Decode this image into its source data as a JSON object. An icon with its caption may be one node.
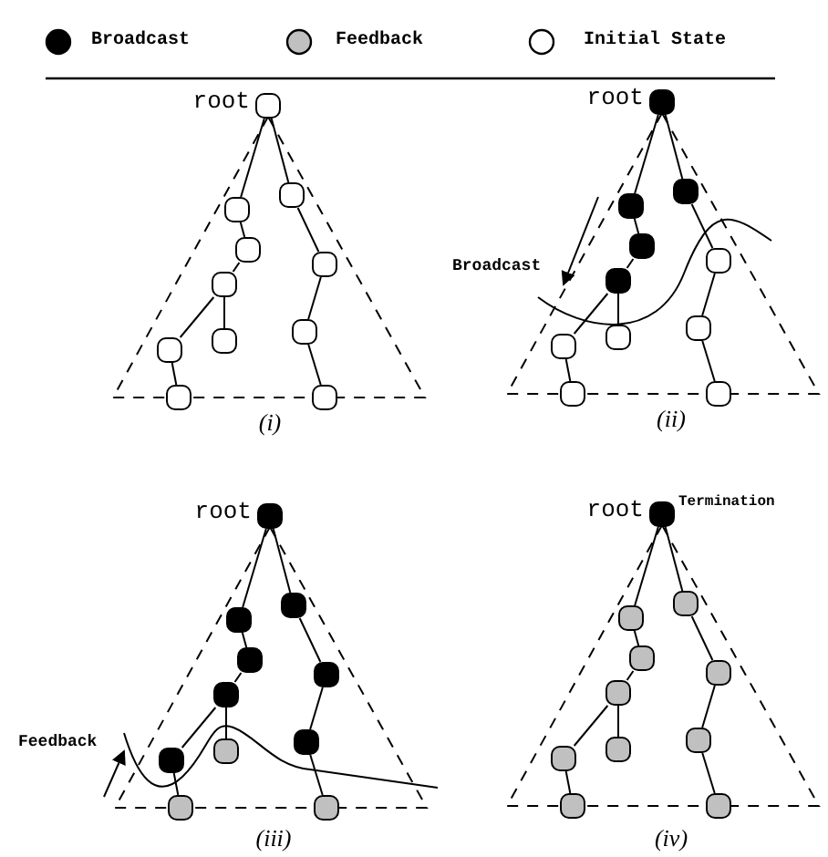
{
  "diagram": {
    "nodes": [
      {
        "text": [],
        "shape": "box",
        "beside": [
          "root"
        ]
      },
      {
        "text": [],
        "shape": "box"
      },
      {
        "text": [],
        "shape": "box"
      },
      {
        "text": [],
        "shape": "box"
      },
      {
        "text": [],
        "shape": "box"
      },
      {
        "text": [],
        "shape": "box"
      },
      {
        "text": [],
        "shape": "box"
      },
      {
        "text": [],
        "shape": "box"
      },
      {
        "text": [],
        "shape": "box"
      },
      {
        "text": [],
        "shape": "box"
      },
      {
        "text": [],
        "shape": "box"
      },
      {
        "text": [],
        "shape": "box",
        "beside": [
          "root"
        ]
      },
      {
        "text": [],
        "shape": "box"
      },
      {
        "text": [],
        "shape": "box"
      },
      {
        "text": [],
        "shape": "box"
      },
      {
        "text": [],
        "shape": "box"
      },
      {
        "text": [],
        "shape": "box"
      },
      {
        "text": [],
        "shape": "box"
      },
      {
        "text": [],
        "shape": "box"
      },
      {
        "text": [],
        "shape": "box"
      },
      {
        "text": [],
        "shape": "box"
      },
      {
        "text": [],
        "shape": "box"
      },
      {
        "text": [],
        "shape": "box",
        "beside": [
          "root"
        ]
      },
      {
        "text": [],
        "shape": "box"
      },
      {
        "text": [],
        "shape": "box"
      },
      {
        "text": [],
        "shape": "box"
      },
      {
        "text": [],
        "shape": "box"
      },
      {
        "text": [],
        "shape": "box"
      },
      {
        "text": [],
        "shape": "box"
      },
      {
        "text": [],
        "shape": "box"
      },
      {
        "text": [],
        "shape": "box"
      },
      {
        "text": [],
        "shape": "box"
      },
      {
        "text": [],
        "shape": "box"
      },
      {
        "text": [],
        "shape": "box",
        "beside": [
          "root",
          "Termination"
        ]
      },
      {
        "text": [],
        "shape": "box"
      },
      {
        "text": [],
        "shape": "box"
      },
      {
        "text": [],
        "shape": "box"
      },
      {
        "text": [],
        "shape": "box"
      },
      {
        "text": [],
        "shape": "box"
      },
      {
        "text": [],
        "shape": "box"
      },
      {
        "text": [],
        "shape": "box"
      },
      {
        "text": [],
        "shape": "box"
      },
      {
        "text": [],
        "shape": "box"
      },
      {
        "text": [],
        "shape": "box"
      }
    ],
    "edges": [
      {
        "from": 0,
        "to": 1,
        "arrow": "none"
      },
      {
        "from": 1,
        "to": 2,
        "arrow": "none"
      },
      {
        "from": 2,
        "to": 3,
        "arrow": "none"
      },
      {
        "from": 3,
        "to": 4,
        "arrow": "none"
      },
      {
        "from": 3,
        "to": 5,
        "arrow": "none"
      },
      {
        "from": 4,
        "to": 6,
        "arrow": "none"
      },
      {
        "from": 0,
        "to": 7,
        "arrow": "none"
      },
      {
        "from": 7,
        "to": 8,
        "arrow": "none"
      },
      {
        "from": 8,
        "to": 9,
        "arrow": "none"
      },
      {
        "from": 9,
        "to": 10,
        "arrow": "none"
      },
      {
        "from": 11,
        "to": 12,
        "arrow": "none"
      },
      {
        "from": 12,
        "to": 13,
        "arrow": "none"
      },
      {
        "from": 13,
        "to": 14,
        "arrow": "none"
      },
      {
        "from": 14,
        "to": 15,
        "arrow": "none"
      },
      {
        "from": 14,
        "to": 16,
        "arrow": "none"
      },
      {
        "from": 15,
        "to": 17,
        "arrow": "none"
      },
      {
        "from": 11,
        "to": 18,
        "arrow": "none"
      },
      {
        "from": 18,
        "to": 19,
        "arrow": "none"
      },
      {
        "from": 19,
        "to": 20,
        "arrow": "none"
      },
      {
        "from": 20,
        "to": 21,
        "arrow": "none"
      },
      {
        "from": 22,
        "to": 23,
        "arrow": "none"
      },
      {
        "from": 23,
        "to": 24,
        "arrow": "none"
      },
      {
        "from": 24,
        "to": 25,
        "arrow": "none"
      },
      {
        "from": 25,
        "to": 26,
        "arrow": "none"
      },
      {
        "from": 25,
        "to": 27,
        "arrow": "none"
      },
      {
        "from": 26,
        "to": 28,
        "arrow": "none"
      },
      {
        "from": 22,
        "to": 29,
        "arrow": "none"
      },
      {
        "from": 29,
        "to": 30,
        "arrow": "none"
      },
      {
        "from": 30,
        "to": 31,
        "arrow": "none"
      },
      {
        "from": 31,
        "to": 32,
        "arrow": "none"
      },
      {
        "from": 33,
        "to": 34,
        "arrow": "none"
      },
      {
        "from": 34,
        "to": 35,
        "arrow": "none"
      },
      {
        "from": 35,
        "to": 36,
        "arrow": "none"
      },
      {
        "from": 36,
        "to": 37,
        "arrow": "none"
      },
      {
        "from": 36,
        "to": 38,
        "arrow": "none"
      },
      {
        "from": 37,
        "to": 39,
        "arrow": "none"
      },
      {
        "from": 33,
        "to": 40,
        "arrow": "none"
      },
      {
        "from": 40,
        "to": 41,
        "arrow": "none"
      },
      {
        "from": 41,
        "to": 42,
        "arrow": "none"
      },
      {
        "from": 42,
        "to": 43,
        "arrow": "none"
      }
    ],
    "labels": [
      "Broadcast",
      "(i)",
      "(ii)",
      "Feedback",
      "(iii)",
      "(iv)"
    ],
    "legend": [
      {
        "text": "Broadcast",
        "color": "#000000"
      },
      {
        "text": "Feedback",
        "color": "#c0c0c0"
      },
      {
        "text": "Initial State",
        "color": "#ffffff"
      }
    ]
  }
}
